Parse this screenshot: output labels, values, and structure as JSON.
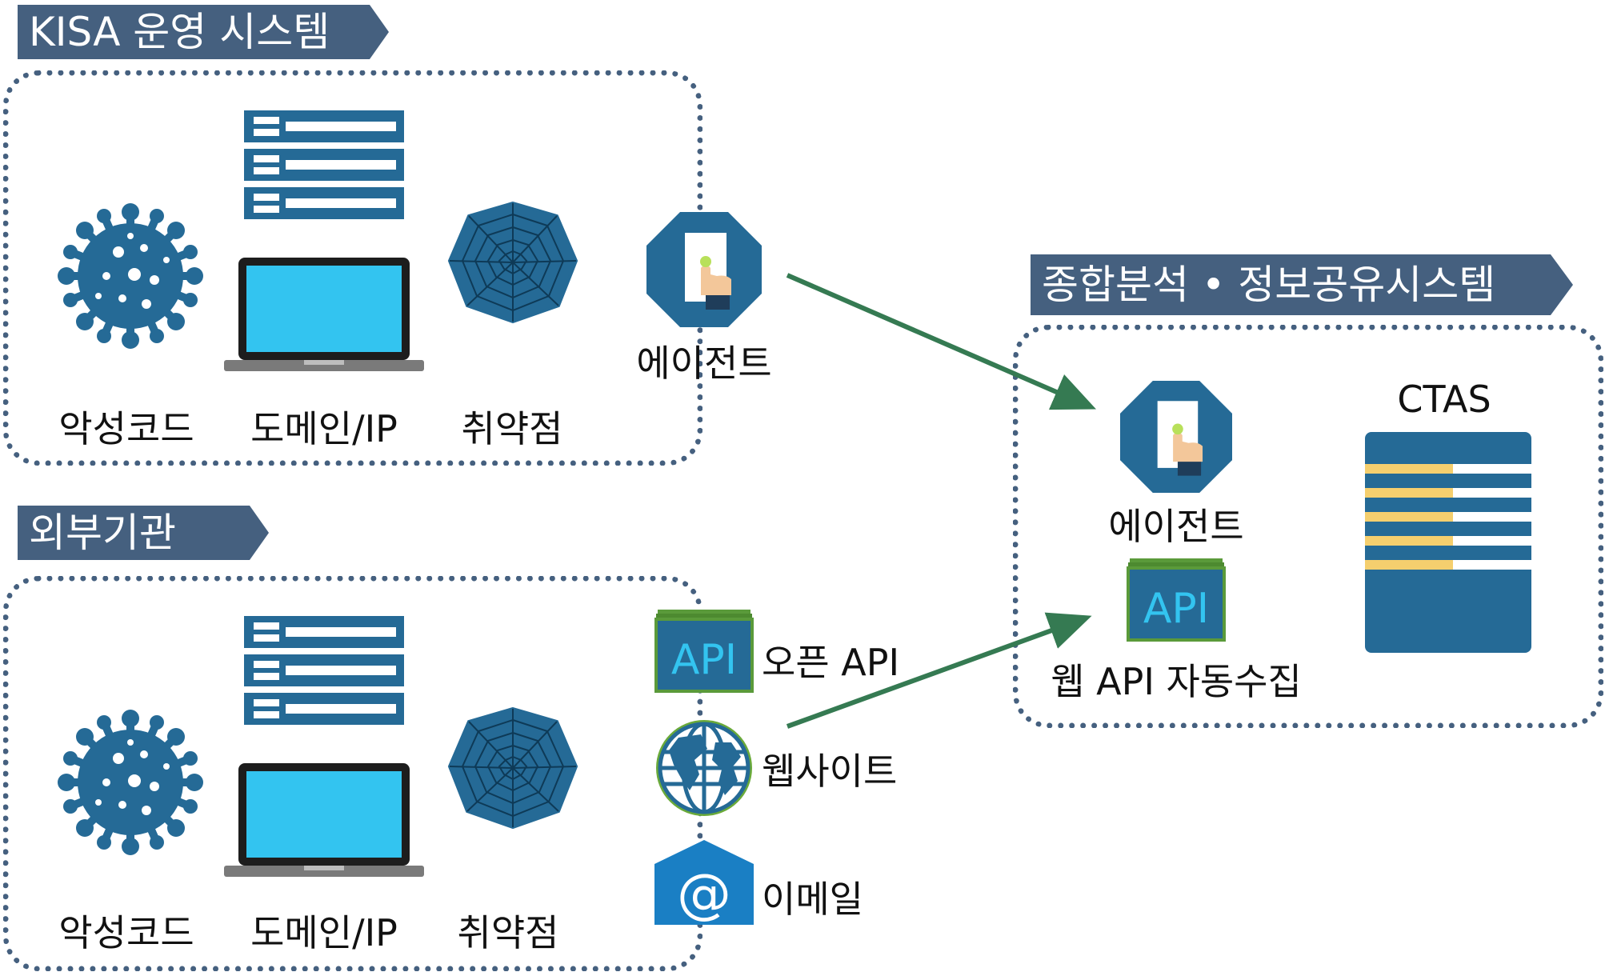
{
  "groups": {
    "kisa": {
      "title": "KISA 운영 시스템",
      "items": [
        "악성코드",
        "도메인/IP",
        "취약점"
      ],
      "agent_label": "에이전트"
    },
    "external": {
      "title": "외부기관",
      "items": [
        "악성코드",
        "도메인/IP",
        "취약점"
      ],
      "sources": [
        "오픈 API",
        "웹사이트",
        "이메일"
      ],
      "api_icon_text": "API"
    },
    "ctas_system": {
      "title": "종합분석 • 정보공유시스템",
      "agent_label": "에이전트",
      "api_icon_text": "API",
      "web_api_label": "웹 API 자동수집",
      "ctas_label": "CTAS"
    }
  },
  "colors": {
    "tag_bg": "#45607f",
    "dotted_border": "#45607f",
    "icon_blue": "#256a96",
    "screen": "#33c4f0",
    "arrow": "#357a52",
    "api_green": "#5a9a3a",
    "ctas_stripe": "#f5cf6e"
  }
}
